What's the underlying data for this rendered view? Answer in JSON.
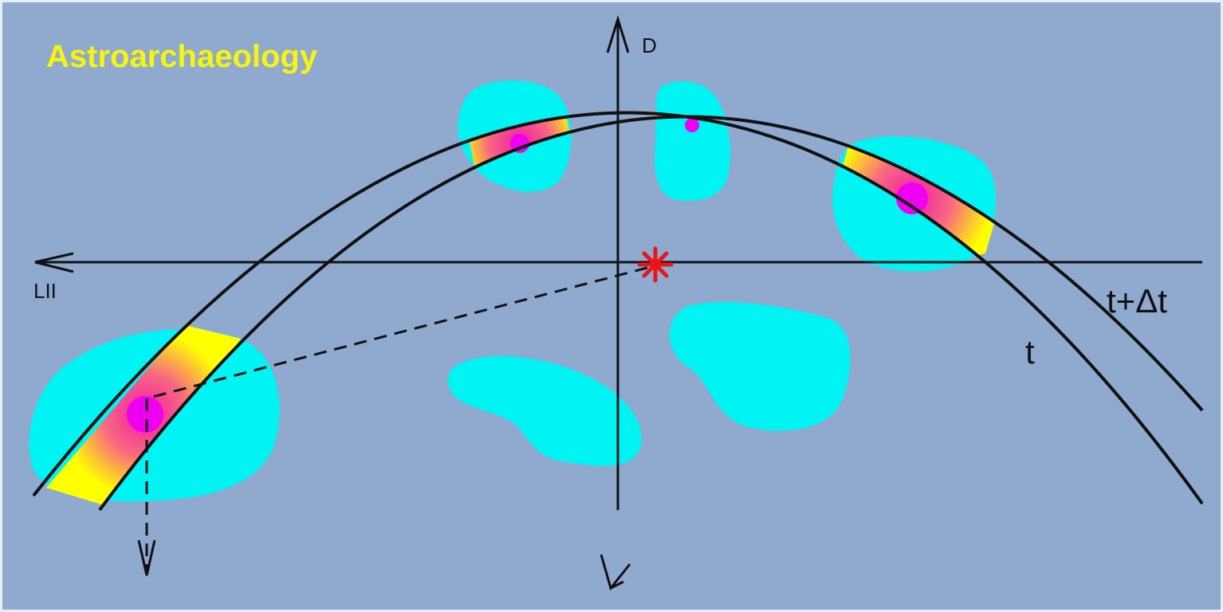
{
  "title": "Astroarchaeology",
  "axes": {
    "vertical_label": "D",
    "horizontal_label": "LII"
  },
  "curves": {
    "outer_label": "t+Δt",
    "inner_label": "t"
  },
  "colors": {
    "background": "#90a9cf",
    "cloud": "#00f4f4",
    "clump_core": "#f000f0",
    "band_edge": "#ffff00",
    "star": "#e8161b"
  }
}
